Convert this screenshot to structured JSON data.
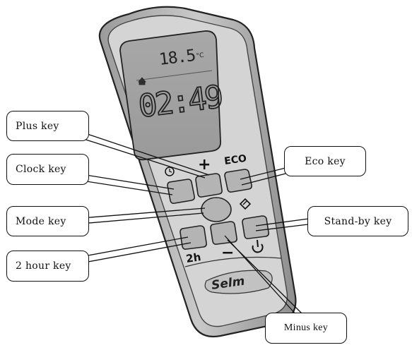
{
  "device": {
    "lcd": {
      "temperature": "18.5",
      "temp_unit": "°C",
      "time": "02:49"
    },
    "buttons": {
      "plus_symbol": "+",
      "eco_label": "ECO",
      "two_hour_label": "2h",
      "minus_symbol": "−"
    },
    "brand": "Selm"
  },
  "callouts": {
    "plus": "Plus key",
    "clock": "Clock key",
    "mode": "Mode key",
    "two_hour": "2 hour key",
    "eco": "Eco key",
    "standby": "Stand-by key",
    "minus": "Minus key"
  }
}
